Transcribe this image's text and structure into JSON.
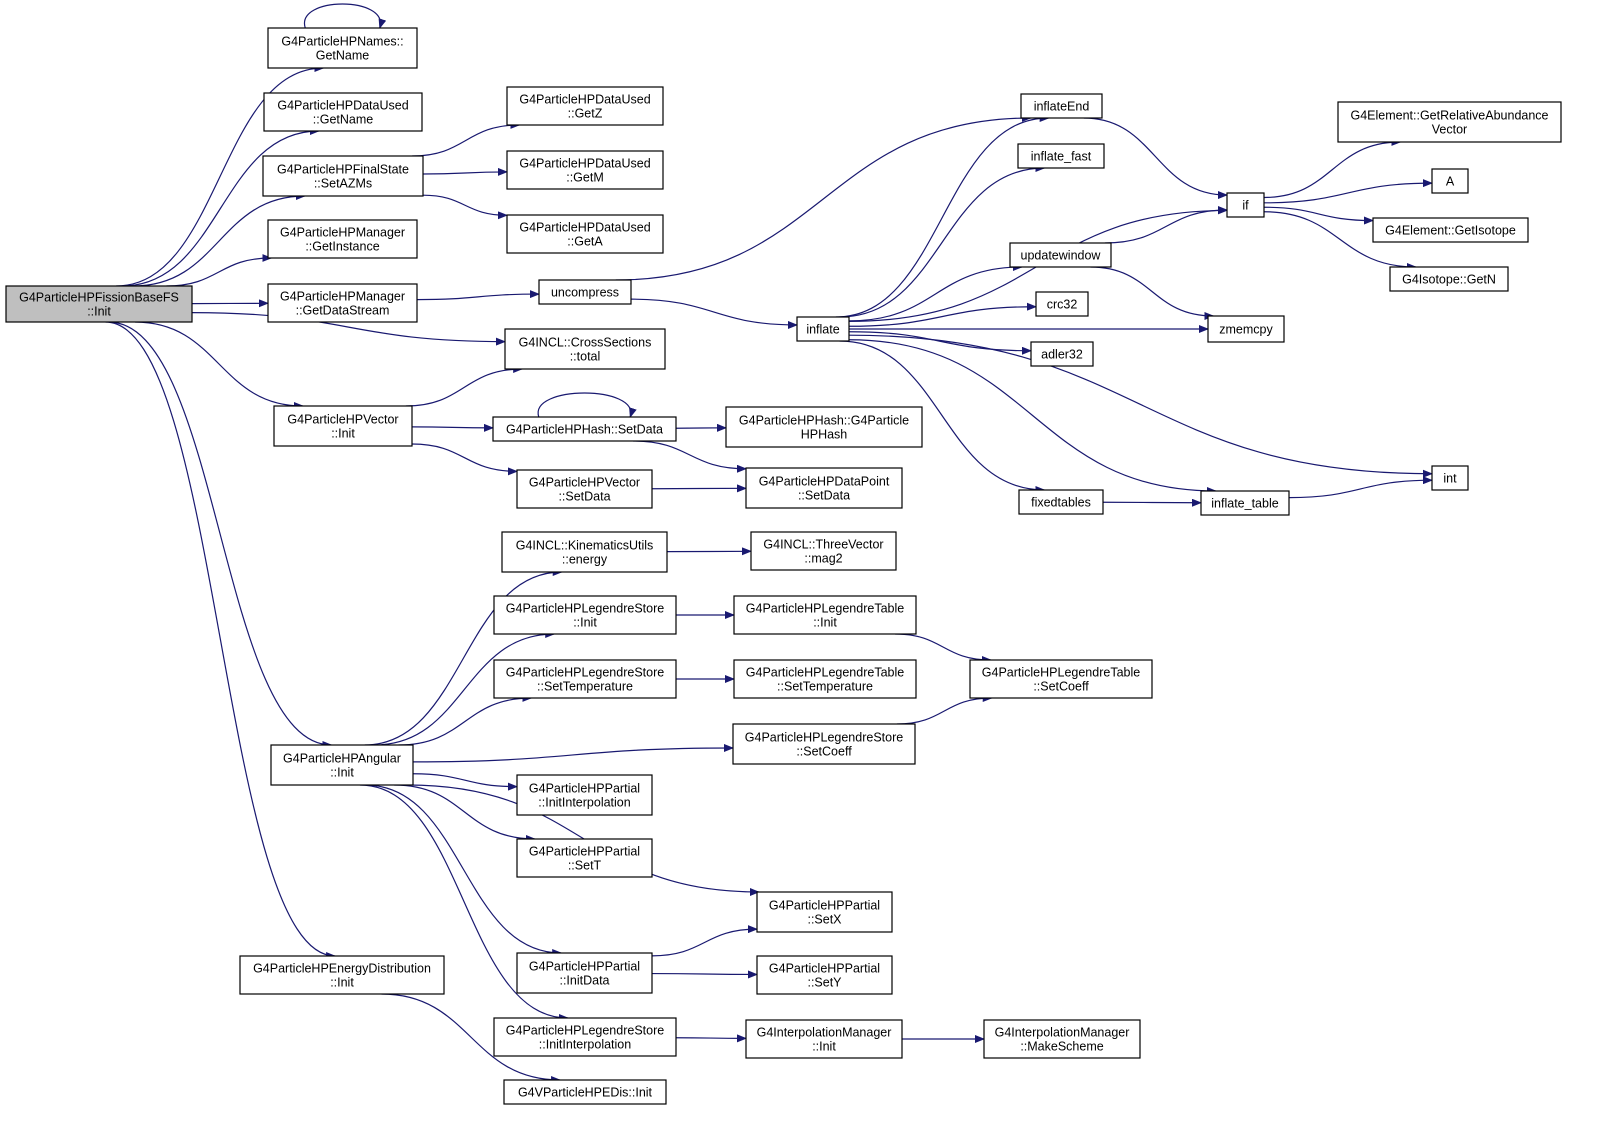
{
  "colors": {
    "edge": "#191970",
    "node_fill": "#ffffff",
    "root_fill": "#bfbfbf",
    "node_stroke": "#000000",
    "truncated_stroke": "#ff0000"
  },
  "nodes": [
    {
      "id": "root",
      "lines": [
        "G4ParticleHPFissionBaseFS",
        "::Init"
      ],
      "root": true
    },
    {
      "id": "names_getname",
      "lines": [
        "G4ParticleHPNames::",
        "GetName"
      ]
    },
    {
      "id": "dataused_getname",
      "lines": [
        "G4ParticleHPDataUsed",
        "::GetName"
      ]
    },
    {
      "id": "setazms",
      "lines": [
        "G4ParticleHPFinalState",
        "::SetAZMs"
      ]
    },
    {
      "id": "getz",
      "lines": [
        "G4ParticleHPDataUsed",
        "::GetZ"
      ]
    },
    {
      "id": "getm",
      "lines": [
        "G4ParticleHPDataUsed",
        "::GetM"
      ]
    },
    {
      "id": "geta",
      "lines": [
        "G4ParticleHPDataUsed",
        "::GetA"
      ]
    },
    {
      "id": "getinstance",
      "lines": [
        "G4ParticleHPManager",
        "::GetInstance"
      ]
    },
    {
      "id": "getdatastream",
      "lines": [
        "G4ParticleHPManager",
        "::GetDataStream"
      ]
    },
    {
      "id": "uncompress",
      "lines": [
        "uncompress"
      ]
    },
    {
      "id": "inflateend",
      "lines": [
        "inflateEnd"
      ]
    },
    {
      "id": "inflate_fast",
      "lines": [
        "inflate_fast"
      ]
    },
    {
      "id": "if",
      "lines": [
        "if"
      ]
    },
    {
      "id": "getrelabund",
      "lines": [
        "G4Element::GetRelativeAbundance",
        "Vector"
      ]
    },
    {
      "id": "a",
      "lines": [
        "A"
      ]
    },
    {
      "id": "getisotope",
      "lines": [
        "G4Element::GetIsotope"
      ]
    },
    {
      "id": "getn",
      "lines": [
        "G4Isotope::GetN"
      ]
    },
    {
      "id": "updatewindow",
      "lines": [
        "updatewindow"
      ]
    },
    {
      "id": "zmemcpy",
      "lines": [
        "zmemcpy"
      ]
    },
    {
      "id": "crc32",
      "lines": [
        "crc32"
      ]
    },
    {
      "id": "adler32",
      "lines": [
        "adler32"
      ]
    },
    {
      "id": "inflate",
      "lines": [
        "inflate"
      ]
    },
    {
      "id": "total",
      "lines": [
        "G4INCL::CrossSections",
        "::total"
      ]
    },
    {
      "id": "vector_init",
      "lines": [
        "G4ParticleHPVector",
        "::Init"
      ]
    },
    {
      "id": "hash_setdata",
      "lines": [
        "G4ParticleHPHash::SetData"
      ]
    },
    {
      "id": "hash_ctor",
      "lines": [
        "G4ParticleHPHash::G4Particle",
        "HPHash"
      ]
    },
    {
      "id": "vector_setdata",
      "lines": [
        "G4ParticleHPVector",
        "::SetData"
      ]
    },
    {
      "id": "datapoint_setdata",
      "lines": [
        "G4ParticleHPDataPoint",
        "::SetData"
      ]
    },
    {
      "id": "int",
      "lines": [
        "int"
      ]
    },
    {
      "id": "fixedtables",
      "lines": [
        "fixedtables"
      ]
    },
    {
      "id": "inflate_table",
      "lines": [
        "inflate_table"
      ],
      "truncated": true
    },
    {
      "id": "energy",
      "lines": [
        "G4INCL::KinematicsUtils",
        "::energy"
      ]
    },
    {
      "id": "mag2",
      "lines": [
        "G4INCL::ThreeVector",
        "::mag2"
      ]
    },
    {
      "id": "lstore_init",
      "lines": [
        "G4ParticleHPLegendreStore",
        "::Init"
      ]
    },
    {
      "id": "ltable_init",
      "lines": [
        "G4ParticleHPLegendreTable",
        "::Init"
      ]
    },
    {
      "id": "lstore_settemp",
      "lines": [
        "G4ParticleHPLegendreStore",
        "::SetTemperature"
      ]
    },
    {
      "id": "ltable_settemp",
      "lines": [
        "G4ParticleHPLegendreTable",
        "::SetTemperature"
      ]
    },
    {
      "id": "ltable_setcoeff",
      "lines": [
        "G4ParticleHPLegendreTable",
        "::SetCoeff"
      ]
    },
    {
      "id": "angular_init",
      "lines": [
        "G4ParticleHPAngular",
        "::Init"
      ]
    },
    {
      "id": "lstore_setcoeff",
      "lines": [
        "G4ParticleHPLegendreStore",
        "::SetCoeff"
      ]
    },
    {
      "id": "partial_initinterp",
      "lines": [
        "G4ParticleHPPartial",
        "::InitInterpolation"
      ]
    },
    {
      "id": "partial_sett",
      "lines": [
        "G4ParticleHPPartial",
        "::SetT"
      ]
    },
    {
      "id": "partial_setx",
      "lines": [
        "G4ParticleHPPartial",
        "::SetX"
      ]
    },
    {
      "id": "energydist_init",
      "lines": [
        "G4ParticleHPEnergyDistribution",
        "::Init"
      ]
    },
    {
      "id": "partial_initdata",
      "lines": [
        "G4ParticleHPPartial",
        "::InitData"
      ]
    },
    {
      "id": "partial_sety",
      "lines": [
        "G4ParticleHPPartial",
        "::SetY"
      ]
    },
    {
      "id": "lstore_initinterp",
      "lines": [
        "G4ParticleHPLegendreStore",
        "::InitInterpolation"
      ]
    },
    {
      "id": "interpmgr_init",
      "lines": [
        "G4InterpolationManager",
        "::Init"
      ]
    },
    {
      "id": "makescheme",
      "lines": [
        "G4InterpolationManager",
        "::MakeScheme"
      ]
    },
    {
      "id": "vdis_init",
      "lines": [
        "G4VParticleHPEDis::Init"
      ]
    }
  ],
  "edges": [
    [
      "root",
      "names_getname"
    ],
    [
      "names_getname",
      "names_getname"
    ],
    [
      "root",
      "dataused_getname"
    ],
    [
      "root",
      "setazms"
    ],
    [
      "setazms",
      "getz"
    ],
    [
      "setazms",
      "getm"
    ],
    [
      "setazms",
      "geta"
    ],
    [
      "root",
      "getinstance"
    ],
    [
      "root",
      "getdatastream"
    ],
    [
      "getdatastream",
      "uncompress"
    ],
    [
      "uncompress",
      "inflateend"
    ],
    [
      "uncompress",
      "inflate"
    ],
    [
      "inflateend",
      "if"
    ],
    [
      "inflate",
      "inflateend"
    ],
    [
      "inflate",
      "inflate_fast"
    ],
    [
      "inflate",
      "if"
    ],
    [
      "inflate",
      "updatewindow"
    ],
    [
      "inflate",
      "crc32"
    ],
    [
      "inflate",
      "adler32"
    ],
    [
      "inflate",
      "zmemcpy"
    ],
    [
      "inflate",
      "int"
    ],
    [
      "inflate",
      "fixedtables"
    ],
    [
      "inflate",
      "inflate_table"
    ],
    [
      "updatewindow",
      "if"
    ],
    [
      "updatewindow",
      "zmemcpy"
    ],
    [
      "if",
      "getrelabund"
    ],
    [
      "if",
      "a"
    ],
    [
      "if",
      "getisotope"
    ],
    [
      "if",
      "getn"
    ],
    [
      "fixedtables",
      "inflate_table"
    ],
    [
      "inflate_table",
      "int"
    ],
    [
      "root",
      "total"
    ],
    [
      "root",
      "vector_init"
    ],
    [
      "vector_init",
      "total"
    ],
    [
      "vector_init",
      "hash_setdata"
    ],
    [
      "vector_init",
      "vector_setdata"
    ],
    [
      "hash_setdata",
      "hash_setdata"
    ],
    [
      "hash_setdata",
      "hash_ctor"
    ],
    [
      "hash_setdata",
      "datapoint_setdata"
    ],
    [
      "vector_setdata",
      "datapoint_setdata"
    ],
    [
      "root",
      "angular_init"
    ],
    [
      "root",
      "energydist_init"
    ],
    [
      "angular_init",
      "energy"
    ],
    [
      "energy",
      "mag2"
    ],
    [
      "angular_init",
      "lstore_init"
    ],
    [
      "lstore_init",
      "ltable_init"
    ],
    [
      "ltable_init",
      "ltable_setcoeff"
    ],
    [
      "angular_init",
      "lstore_settemp"
    ],
    [
      "lstore_settemp",
      "ltable_settemp"
    ],
    [
      "angular_init",
      "lstore_setcoeff"
    ],
    [
      "lstore_setcoeff",
      "ltable_setcoeff"
    ],
    [
      "angular_init",
      "partial_initinterp"
    ],
    [
      "angular_init",
      "partial_sett"
    ],
    [
      "angular_init",
      "partial_setx"
    ],
    [
      "angular_init",
      "partial_initdata"
    ],
    [
      "partial_initdata",
      "partial_setx"
    ],
    [
      "partial_initdata",
      "partial_sety"
    ],
    [
      "angular_init",
      "lstore_initinterp"
    ],
    [
      "lstore_initinterp",
      "interpmgr_init"
    ],
    [
      "interpmgr_init",
      "makescheme"
    ],
    [
      "energydist_init",
      "vdis_init"
    ]
  ]
}
